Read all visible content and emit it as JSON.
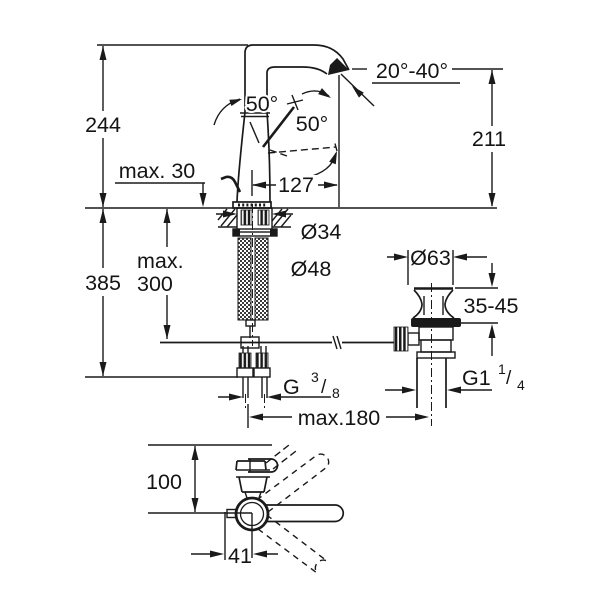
{
  "drawing": {
    "kind": "faucet-installation-dimension-drawing",
    "background": "#ffffff",
    "line_color": "#1a1a1a"
  },
  "labels": {
    "height_overall": "244",
    "deck_thickness": "max. 30",
    "handle_angle_left": "50°",
    "handle_angle_right": "50°",
    "spout_outlet_angle": "20°-40°",
    "spout_reach": "127",
    "spout_height": "211",
    "hole_diameter": "Ø34",
    "base_diameter": "Ø48",
    "overall_depth": "385",
    "hose_length_line1": "max.",
    "hose_length_line2": "300",
    "waste_flange_diameter": "Ø63",
    "waste_deck_range": "35-45",
    "hose_thread_base": "G",
    "hose_thread_numerator": "3",
    "hose_thread_slash": "/",
    "hose_thread_denominator": "8",
    "waste_thread_base": "G1",
    "waste_thread_numerator": "1",
    "waste_thread_slash": "/",
    "waste_thread_denominator": "4",
    "rod_length": "max.180",
    "plan_reach": "100",
    "plan_offset": "41"
  }
}
